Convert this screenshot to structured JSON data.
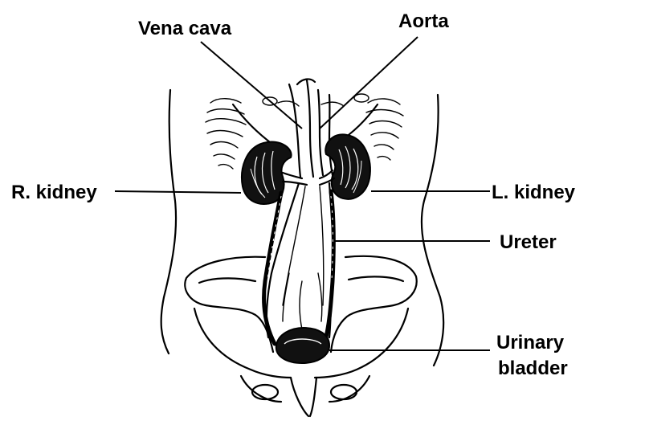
{
  "labels": {
    "vena_cava": "Vena cava",
    "aorta": "Aorta",
    "r_kidney": "R. kidney",
    "l_kidney": "L. kidney",
    "ureter": "Ureter",
    "urinary_line1": "Urinary",
    "urinary_line2": "bladder"
  },
  "colors": {
    "ink": "#000000",
    "background": "#ffffff"
  }
}
